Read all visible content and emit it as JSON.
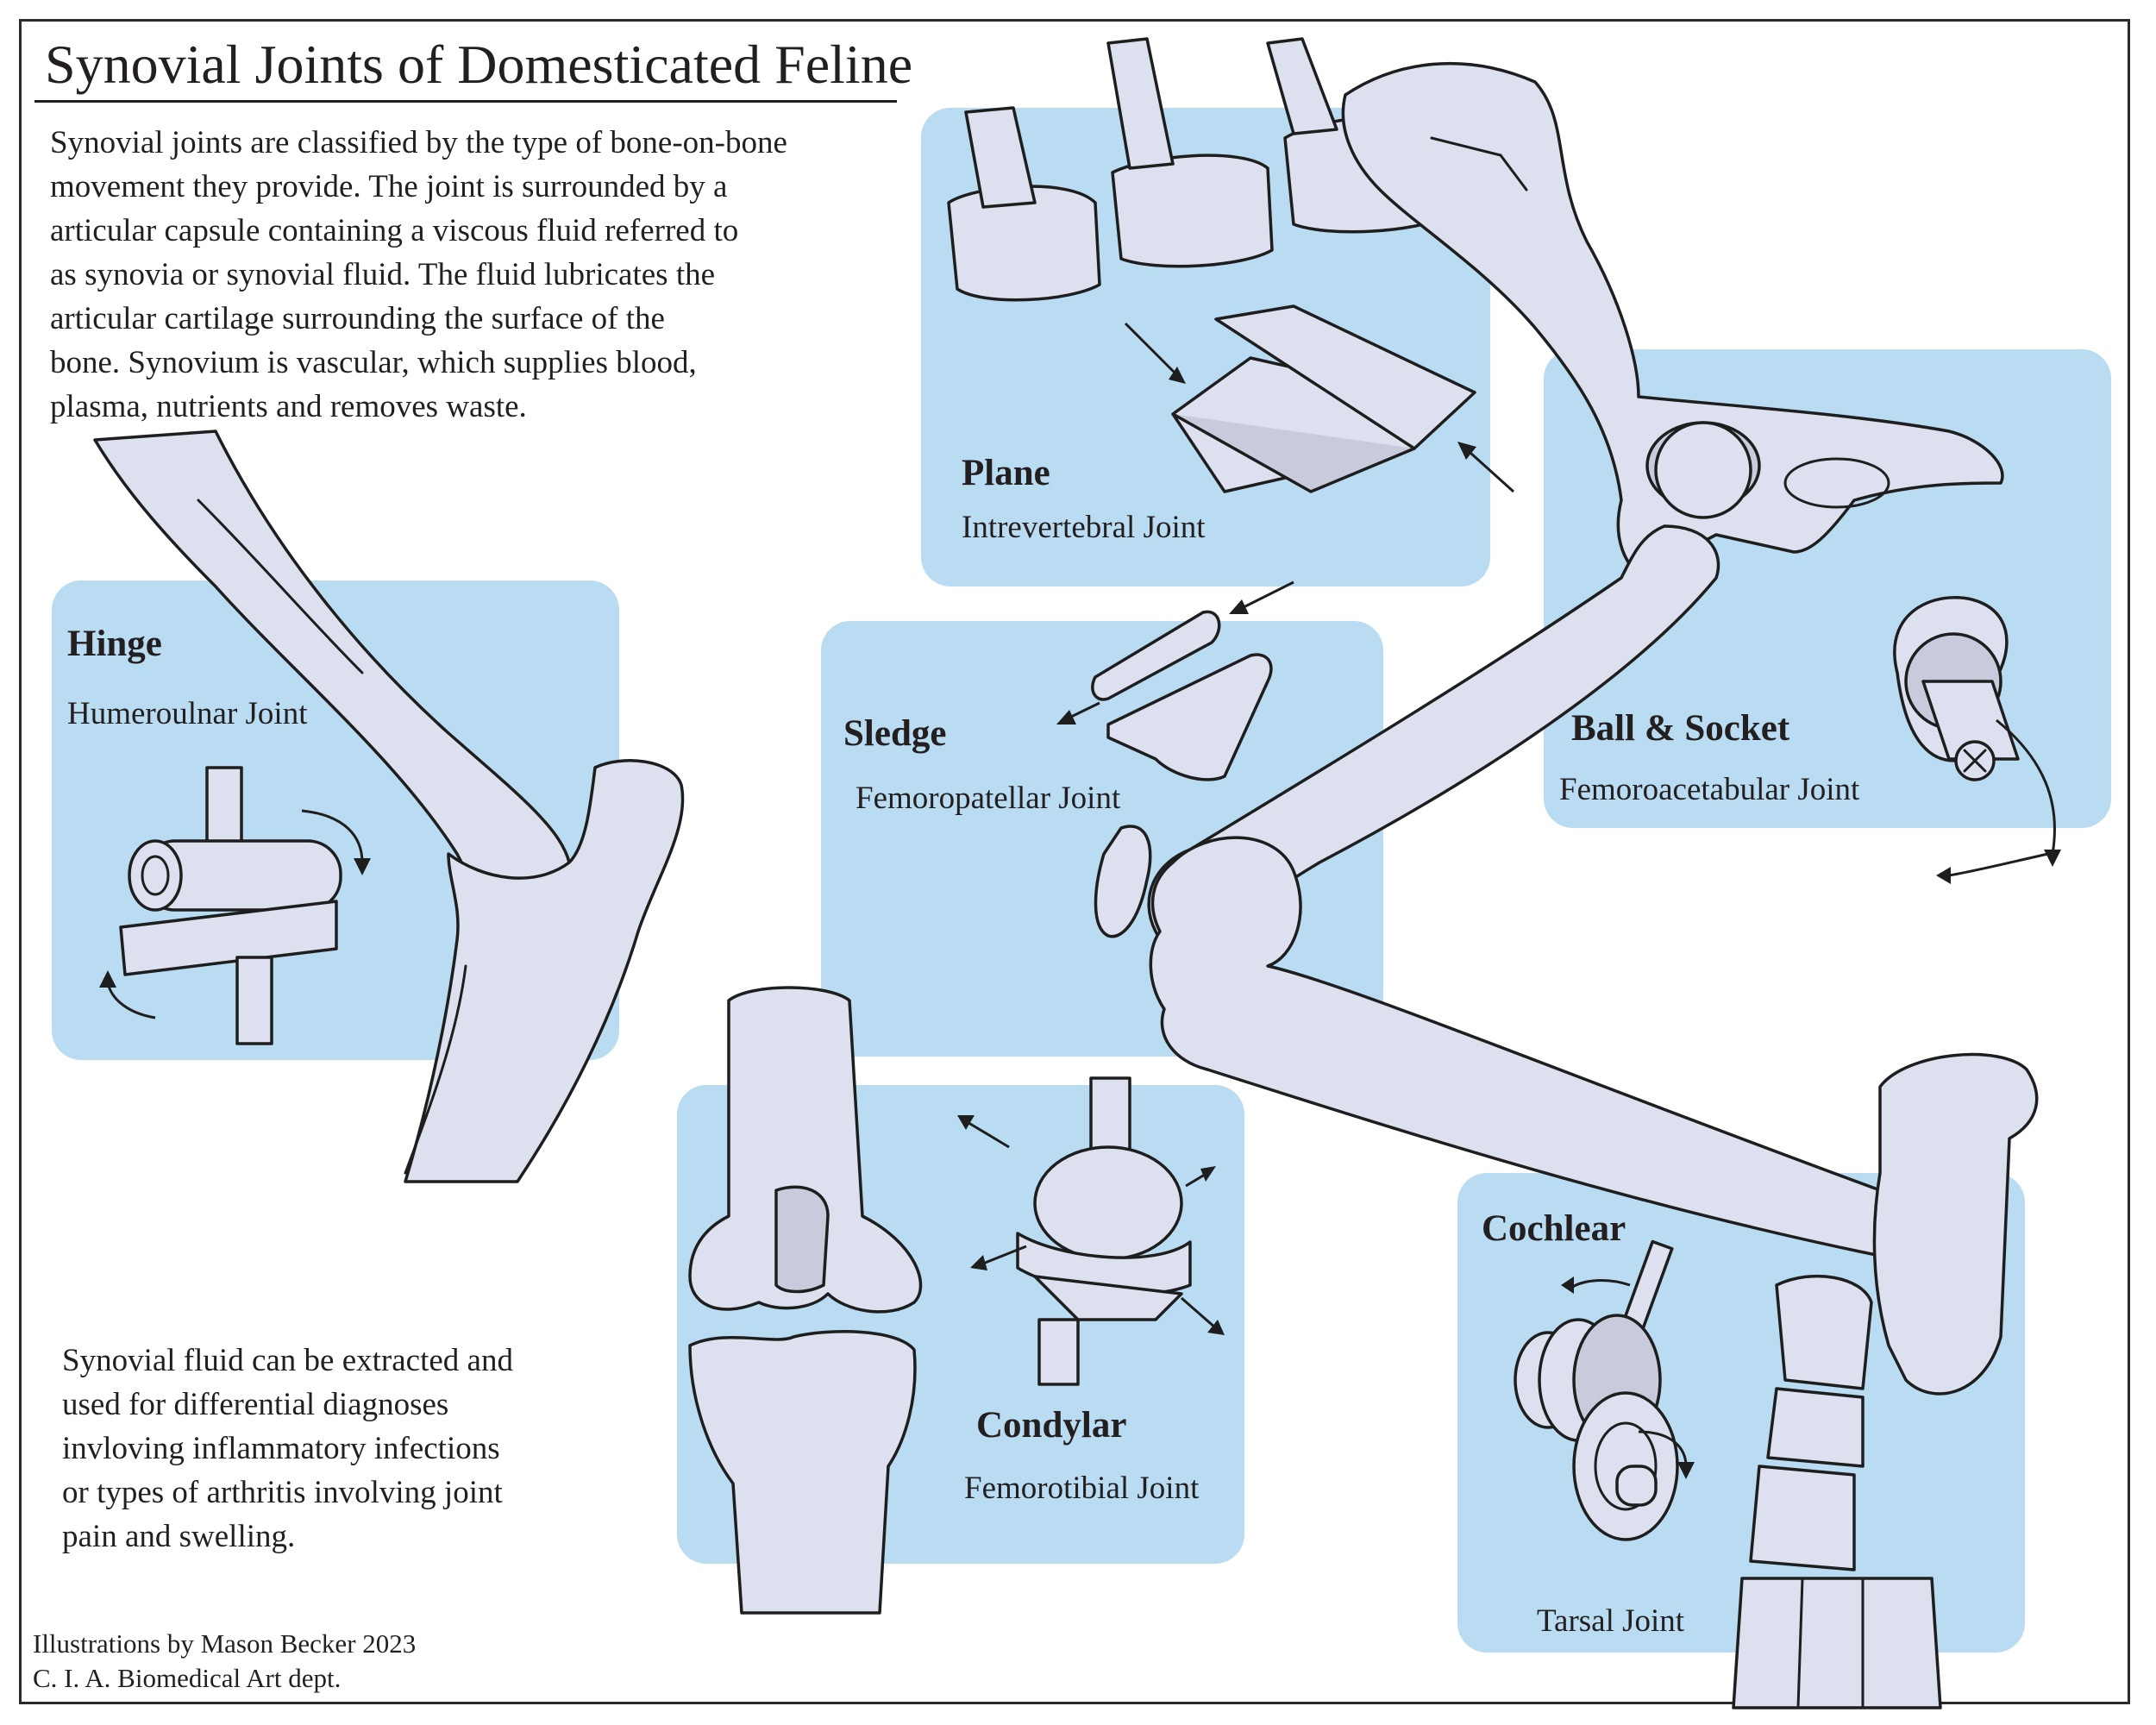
{
  "title": "Synovial Joints of Domesticated Feline",
  "intro": [
    "Synovial joints are classified by the type of bone-on-bone",
    "movement they provide. The joint is surrounded by a",
    "articular capsule containing a viscous fluid referred to",
    "as synovia or synovial fluid. The fluid lubricates the",
    "articular cartilage surrounding the surface of the",
    "bone. Synovium is vascular, which supplies blood,",
    "plasma, nutrients and removes waste."
  ],
  "footnote": [
    "Synovial fluid can be extracted and",
    "used for differential diagnoses",
    "invloving inflammatory infections",
    "or types of arthritis involving joint",
    "pain and swelling."
  ],
  "joints": {
    "plane": {
      "type": "Plane",
      "name": "Intrevertebral Joint"
    },
    "hinge": {
      "type": "Hinge",
      "name": "Humeroulnar Joint"
    },
    "sledge": {
      "type": "Sledge",
      "name": "Femoropatellar Joint"
    },
    "ball": {
      "type": "Ball & Socket",
      "name": "Femoroacetabular Joint"
    },
    "condylar": {
      "type": "Condylar",
      "name": "Femorotibial Joint"
    },
    "cochlear": {
      "type": "Cochlear",
      "name": "Tarsal Joint"
    }
  },
  "credits": [
    "Illustrations by Mason Becker 2023",
    "C. I. A. Biomedical Art dept."
  ],
  "colors": {
    "panel": "#b9dcf2",
    "bone": "#dde0ee",
    "ink": "#231f20"
  }
}
